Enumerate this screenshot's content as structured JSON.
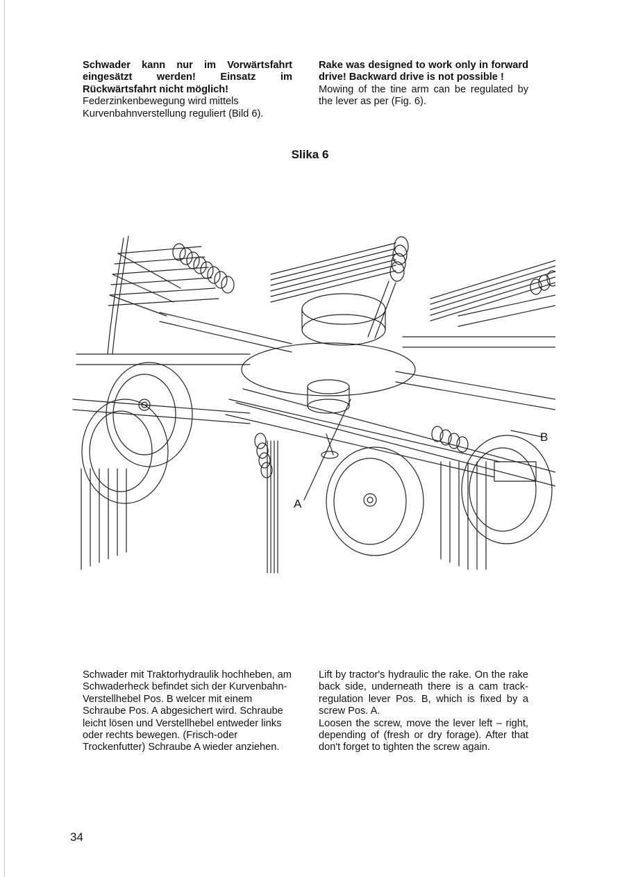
{
  "top": {
    "de": {
      "warning": "Schwader kann nur im Vorwärtsfahrt eingesätzt werden! Einsatz im Rückwärtsfahrt nicht möglich!",
      "body": "Federzinkenbewegung wird mittels Kurvenbahnverstellung reguliert (Bild 6)."
    },
    "en": {
      "warning": "Rake was designed to work only in forward drive! Backward drive is not possible !",
      "body": "Mowing of the tine arm can be regulated by the lever as per (Fig. 6)."
    }
  },
  "figure": {
    "title": "Slika 6",
    "label_a": "A",
    "label_b": "B"
  },
  "bottom": {
    "de": "Schwader mit Traktorhydraulik hochheben, am Schwaderheck befindet sich der Kurvenbahn-Verstellhebel Pos. B welcer mit einem Schraube Pos. A abgesichert wird. Schraube leicht lösen und Verstellhebel entweder links oder rechts bewegen. (Frisch-oder Trockenfutter) Schraube A wieder anziehen.",
    "en_1": "Lift by tractor's hydraulic the rake. On the rake back side, underneath there is a cam track- regulation lever Pos. B, which is fixed by a screw Pos. A.",
    "en_2": "Loosen the screw, move the lever left – right, depending of (fresh or dry forage). After that don't forget to tighten the screw again."
  },
  "page_number": "34"
}
